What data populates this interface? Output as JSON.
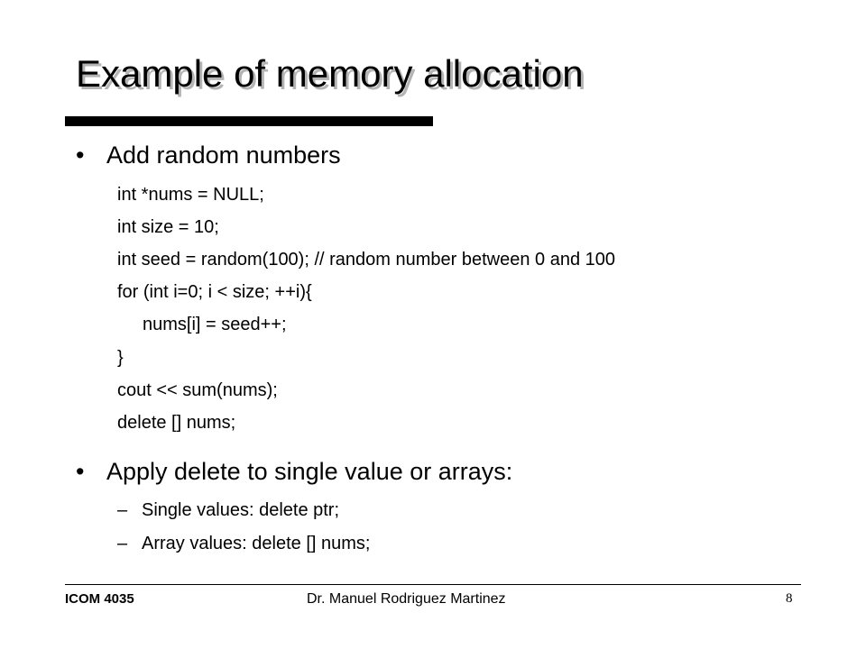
{
  "slide": {
    "title": "Example of memory allocation",
    "bullets": [
      {
        "marker": "•",
        "text": "Add random numbers"
      },
      {
        "marker": "•",
        "text": "Apply delete to single value or arrays:"
      }
    ],
    "code_lines": [
      "int *nums = NULL;",
      "int size = 10;",
      "int seed = random(100); // random number between 0 and 100",
      "for (int i=0; i < size; ++i){",
      "nums[i] = seed++;",
      "}",
      "cout << sum(nums);",
      "delete [] nums;"
    ],
    "sub_bullets": [
      {
        "marker": "–",
        "text": "Single values: delete ptr;"
      },
      {
        "marker": "–",
        "text": "Array values: delete [] nums;"
      }
    ]
  },
  "footer": {
    "course": "ICOM 4035",
    "author": "Dr. Manuel Rodriguez Martinez",
    "page": "8"
  }
}
